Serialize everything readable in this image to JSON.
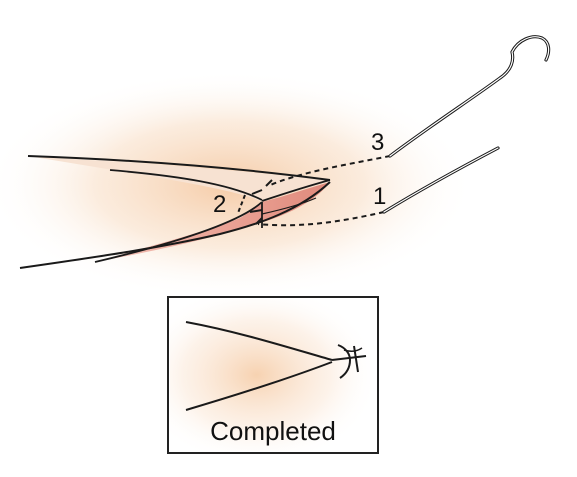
{
  "figure": {
    "labels": {
      "stitch_3": "3",
      "stitch_2": "2",
      "stitch_1": "1"
    },
    "inset": {
      "caption": "Completed"
    }
  },
  "colors": {
    "skin_glow": "#f5c9a3",
    "wound_fill": "#e79a8e",
    "wound_fill_light": "#f3c1b6",
    "stroke": "#1a1a1a",
    "inset_border": "#222222"
  },
  "icons": {
    "needle": "curved-suture-needle-icon",
    "knot": "suture-knot-icon"
  }
}
